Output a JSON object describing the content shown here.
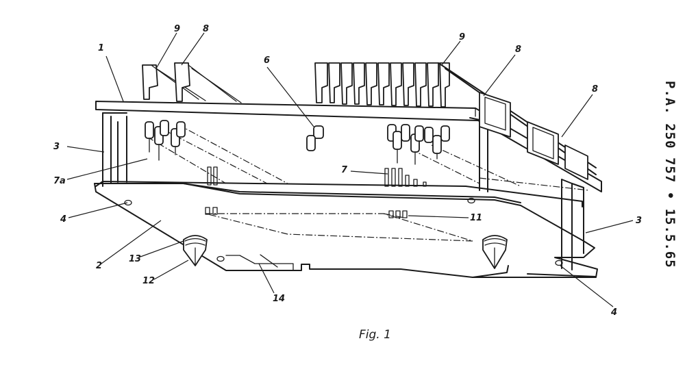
{
  "figure": {
    "caption": "Fig. 1",
    "side_reference": "P.A. 250 757 • 15.5.65"
  },
  "callouts": [
    "1",
    "2",
    "3",
    "3",
    "4",
    "4",
    "6",
    "7",
    "7a",
    "8",
    "8",
    "8",
    "9",
    "9",
    "11",
    "12",
    "13",
    "14"
  ]
}
